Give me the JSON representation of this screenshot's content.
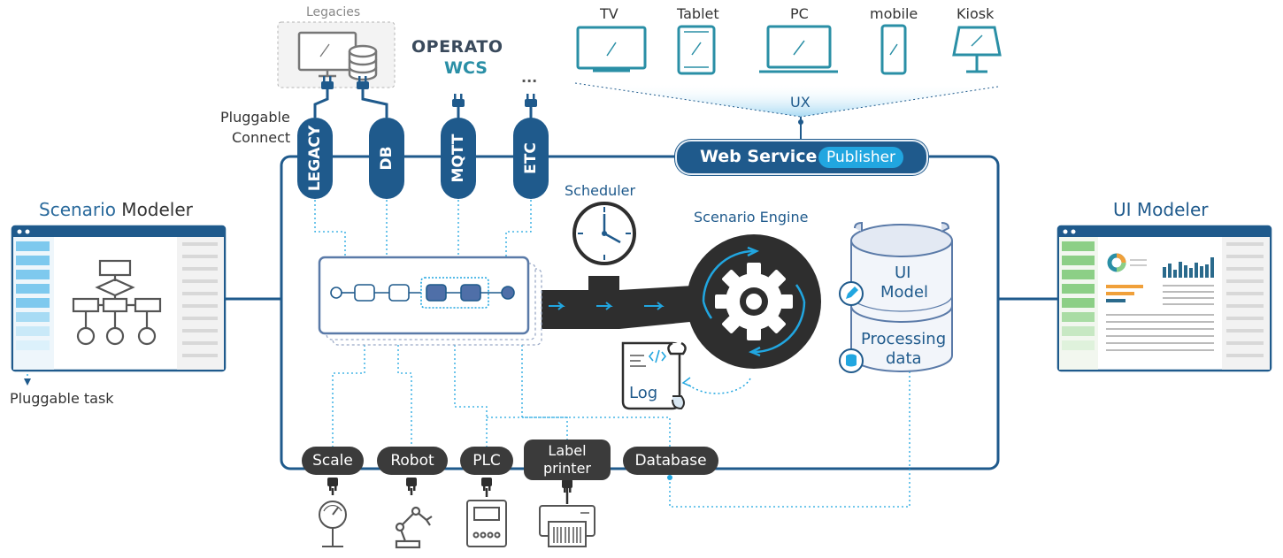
{
  "devices": {
    "tv": "TV",
    "tablet": "Tablet",
    "pc": "PC",
    "mobile": "mobile",
    "kiosk": "Kiosk"
  },
  "ux_label": "UX",
  "legacies_label": "Legacies",
  "brand": {
    "line1": "OPERATO",
    "line2": "WCS"
  },
  "etc_dots": "...",
  "pluggable_connect": {
    "line1": "Pluggable",
    "line2": "Connect"
  },
  "connectors": [
    "LEGACY",
    "DB",
    "MQTT",
    "ETC"
  ],
  "web_service": {
    "title": "Web Service",
    "badge": "Publisher"
  },
  "scheduler_label": "Scheduler",
  "engine_label": "Scenario Engine",
  "scenario_modeler": {
    "highlight": "Scenario",
    "rest": " Modeler"
  },
  "ui_modeler_label": "UI Modeler",
  "pluggable_task": "Pluggable task",
  "log_label": "Log",
  "ui_model": {
    "line1": "UI",
    "line2": "Model"
  },
  "processing": {
    "line1": "Processing",
    "line2": "data"
  },
  "bottom_pills": {
    "scale": "Scale",
    "robot": "Robot",
    "plc": "PLC",
    "label_printer_1": "Label",
    "label_printer_2": "printer",
    "database": "Database"
  },
  "colors": {
    "primary_blue": "#1f5a8c",
    "teal": "#2a8fa6",
    "accent_cyan": "#21a6e0",
    "dark": "#333333"
  }
}
